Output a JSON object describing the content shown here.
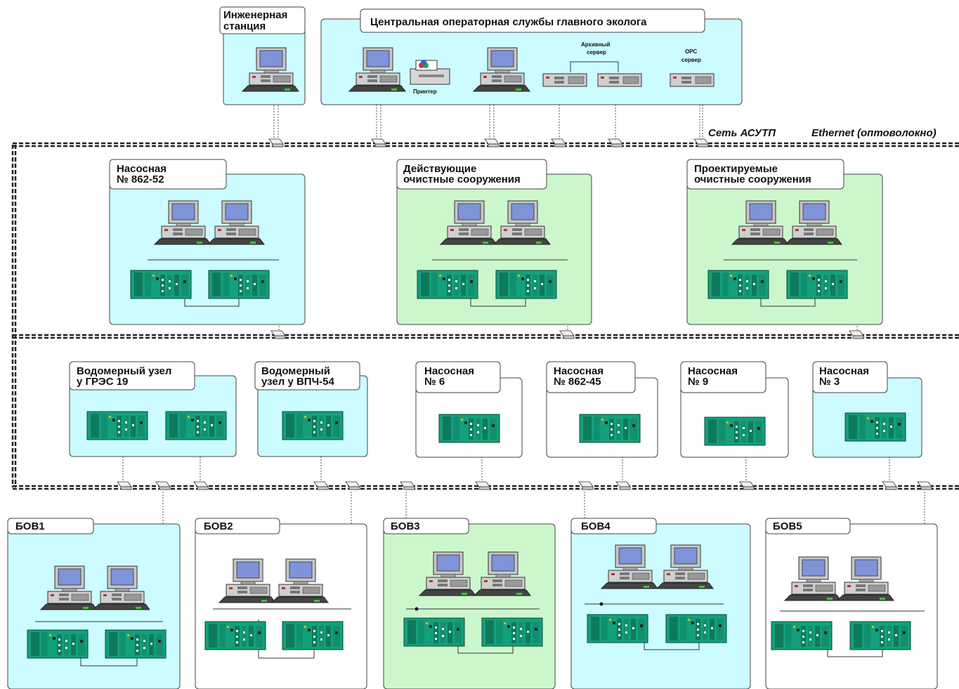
{
  "network_label_left": "Сеть АСУТП",
  "network_label_right": "Ethernet (оптоволокно)",
  "colors": {
    "cyan": "#ccfcff",
    "green": "#ccf7cc",
    "white": "#ffffff",
    "rack": "#18a07a"
  },
  "top": {
    "engineering": [
      "Инженерная",
      "станция"
    ],
    "central_title": "Центральная операторная службы главного эколога",
    "printer_label": "Принтер",
    "archive_server": [
      "Архивный",
      "сервер"
    ],
    "opc_server": [
      "OPC",
      "сервер"
    ]
  },
  "row2": {
    "pump_862_52": [
      "Насосная",
      "№ 862-52"
    ],
    "existing": [
      "Действующие",
      "очистные сооружения"
    ],
    "projected": [
      "Проектируемые",
      "очистные сооружения"
    ]
  },
  "row3": {
    "gres": [
      "Водомерный узел",
      "у  ГРЭС 19"
    ],
    "vpch": [
      "Водомерный",
      "узел у ВПЧ-54"
    ],
    "pump6": [
      "Насосная",
      "№ 6"
    ],
    "pump862_45": [
      "Насосная",
      "№  862-45"
    ],
    "pump9": [
      "Насосная",
      "№ 9"
    ],
    "pump3": [
      "Насосная",
      "№ 3"
    ]
  },
  "row4": {
    "bov1": "БОВ1",
    "bov2": "БОВ2",
    "bov3": "БОВ3",
    "bov4": "БОВ4",
    "bov5": "БОВ5"
  }
}
